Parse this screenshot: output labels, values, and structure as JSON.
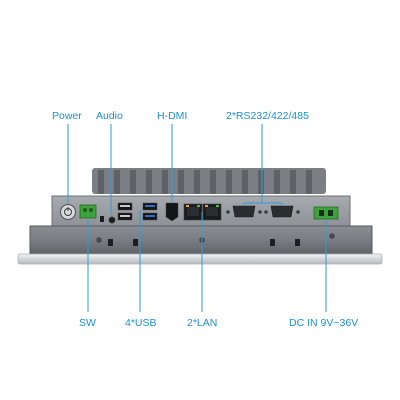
{
  "labels": {
    "power": "Power",
    "audio": "Audio",
    "hdmi": "H-DMI",
    "serial": "2*RS232/422/485",
    "sw": "SW",
    "usb": "4*USB",
    "lan": "2*LAN",
    "dc": "DC IN 9V~36V"
  },
  "colors": {
    "label_text": "#1a8fd6",
    "callout_line": "#2a9be0",
    "housing_dark": "#6d7176",
    "housing_mid": "#9a9ea3",
    "bezel_silver": "#d9dbde",
    "usb3_blue": "#2c6fd1",
    "terminal_green": "#3fa33c"
  }
}
